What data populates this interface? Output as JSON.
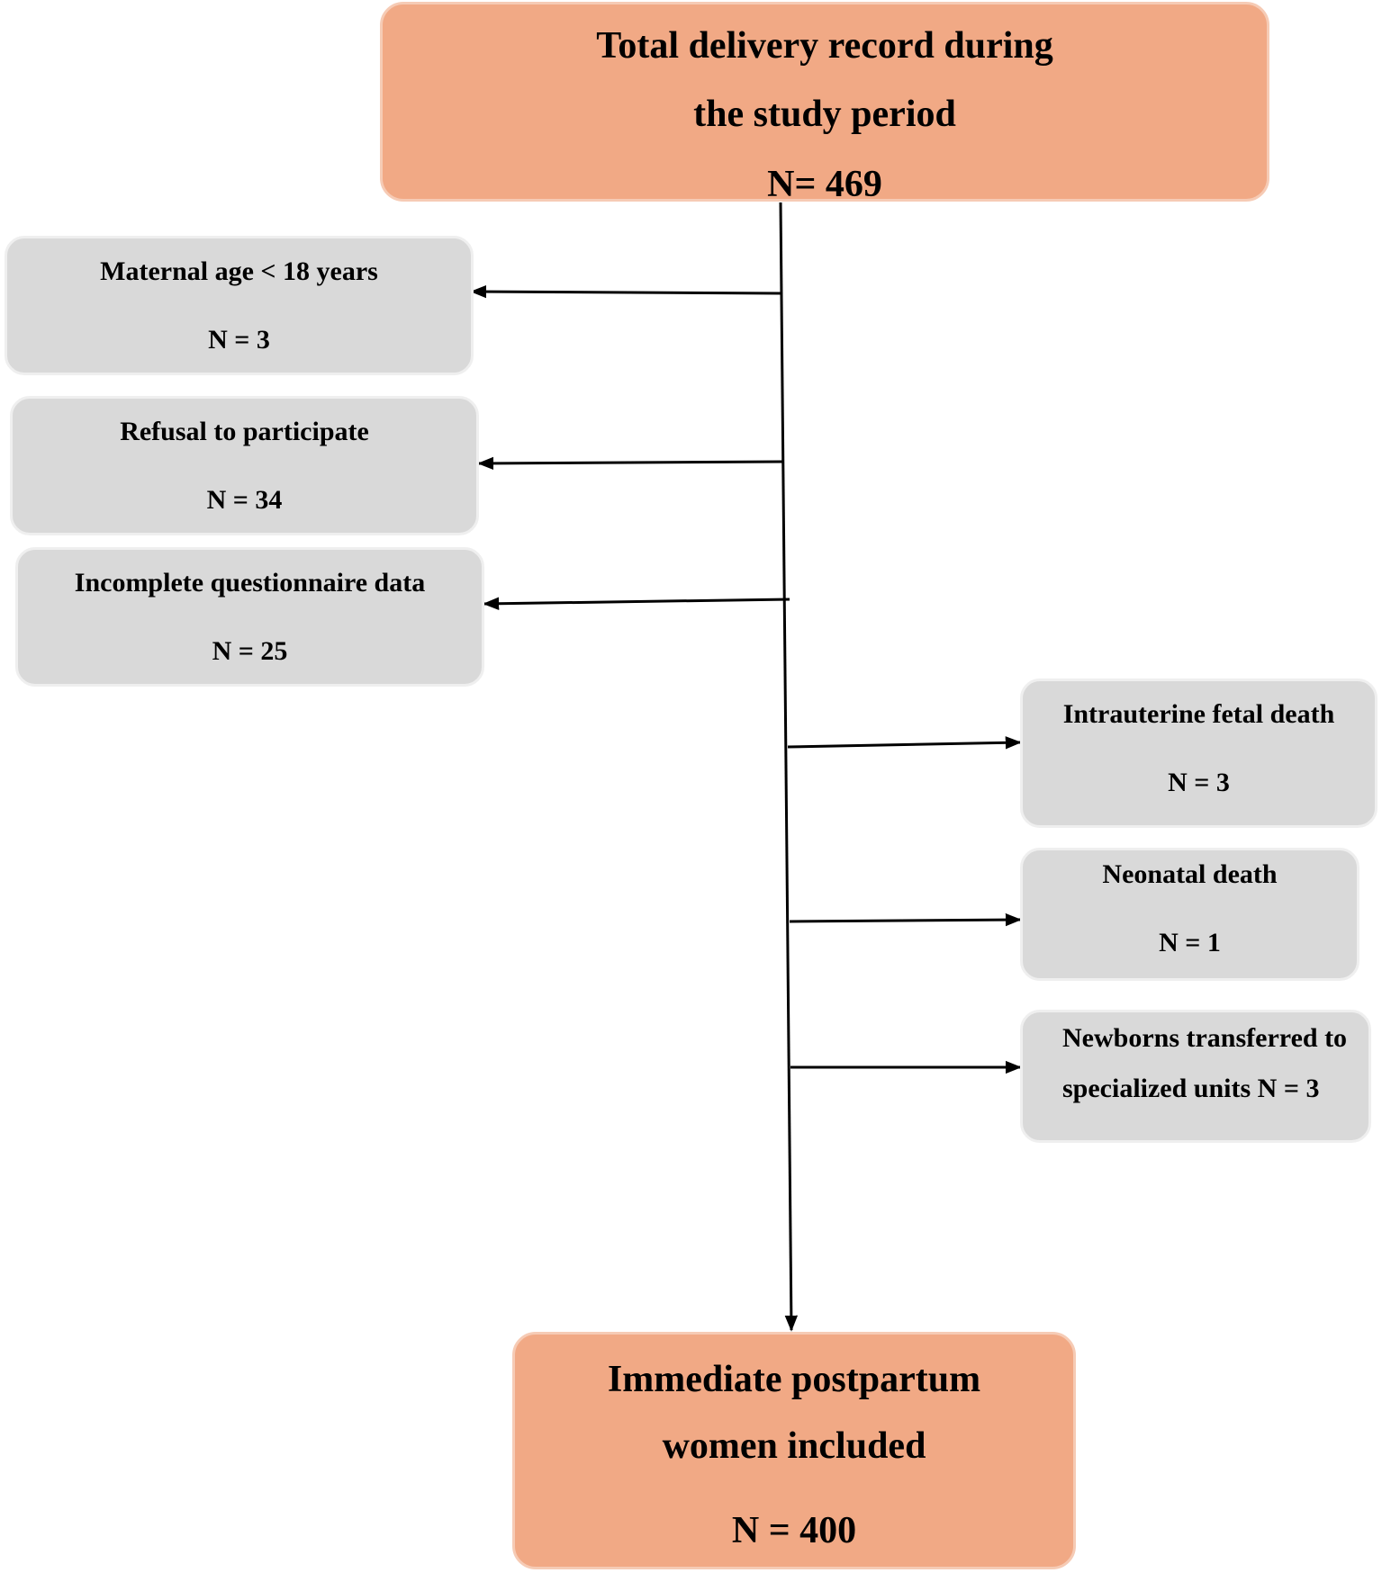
{
  "top_box": {
    "line1": "Total delivery record during",
    "line2": "the study period",
    "count": "N= 469"
  },
  "exclusions_left": [
    {
      "label": "Maternal age < 18 years",
      "count": "N = 3"
    },
    {
      "label": "Refusal to participate",
      "count": "N = 34"
    },
    {
      "label": "Incomplete questionnaire data",
      "count": "N = 25"
    }
  ],
  "exclusions_right": [
    {
      "label": "Intrauterine fetal death",
      "count": "N = 3"
    },
    {
      "label": "Neonatal death",
      "count": "N = 1"
    },
    {
      "label": "Newborns transferred to",
      "label2": "specialized units N = 3"
    }
  ],
  "bottom_box": {
    "line1": "Immediate postpartum",
    "line2": "women included",
    "count": "N = 400"
  },
  "colors": {
    "main_box_fill": "#f1a985",
    "exclusion_box_fill": "#d9d9d9",
    "arrow": "#000000"
  }
}
